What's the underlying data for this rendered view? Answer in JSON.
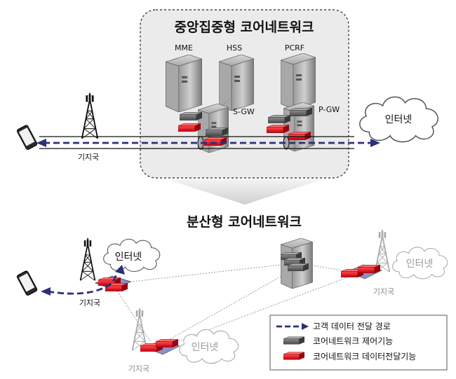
{
  "top": {
    "title": "중앙집중형 코어네트워크",
    "servers": [
      "MME",
      "HSS",
      "PCRF"
    ],
    "sgw": "S-GW",
    "pgw": "P-GW",
    "internet": "인터넷",
    "base_station": "기지국"
  },
  "bottom": {
    "title": "분산형 코어네트워크",
    "internet_left": "인터넷",
    "base_station_left": "기지국",
    "internet_right": "인터넷",
    "base_station_right": "기지국",
    "internet_bottom": "인터넷",
    "base_station_bottom": "기지국"
  },
  "legend": {
    "path": "고객 데이터 전달 경로",
    "control": "코어네트워크 제어기능",
    "data": "코어네트워크 데이터전달기능"
  },
  "colors": {
    "path": "#2a2f7a",
    "control": "#5a5a5a",
    "data": "#e0141e"
  }
}
